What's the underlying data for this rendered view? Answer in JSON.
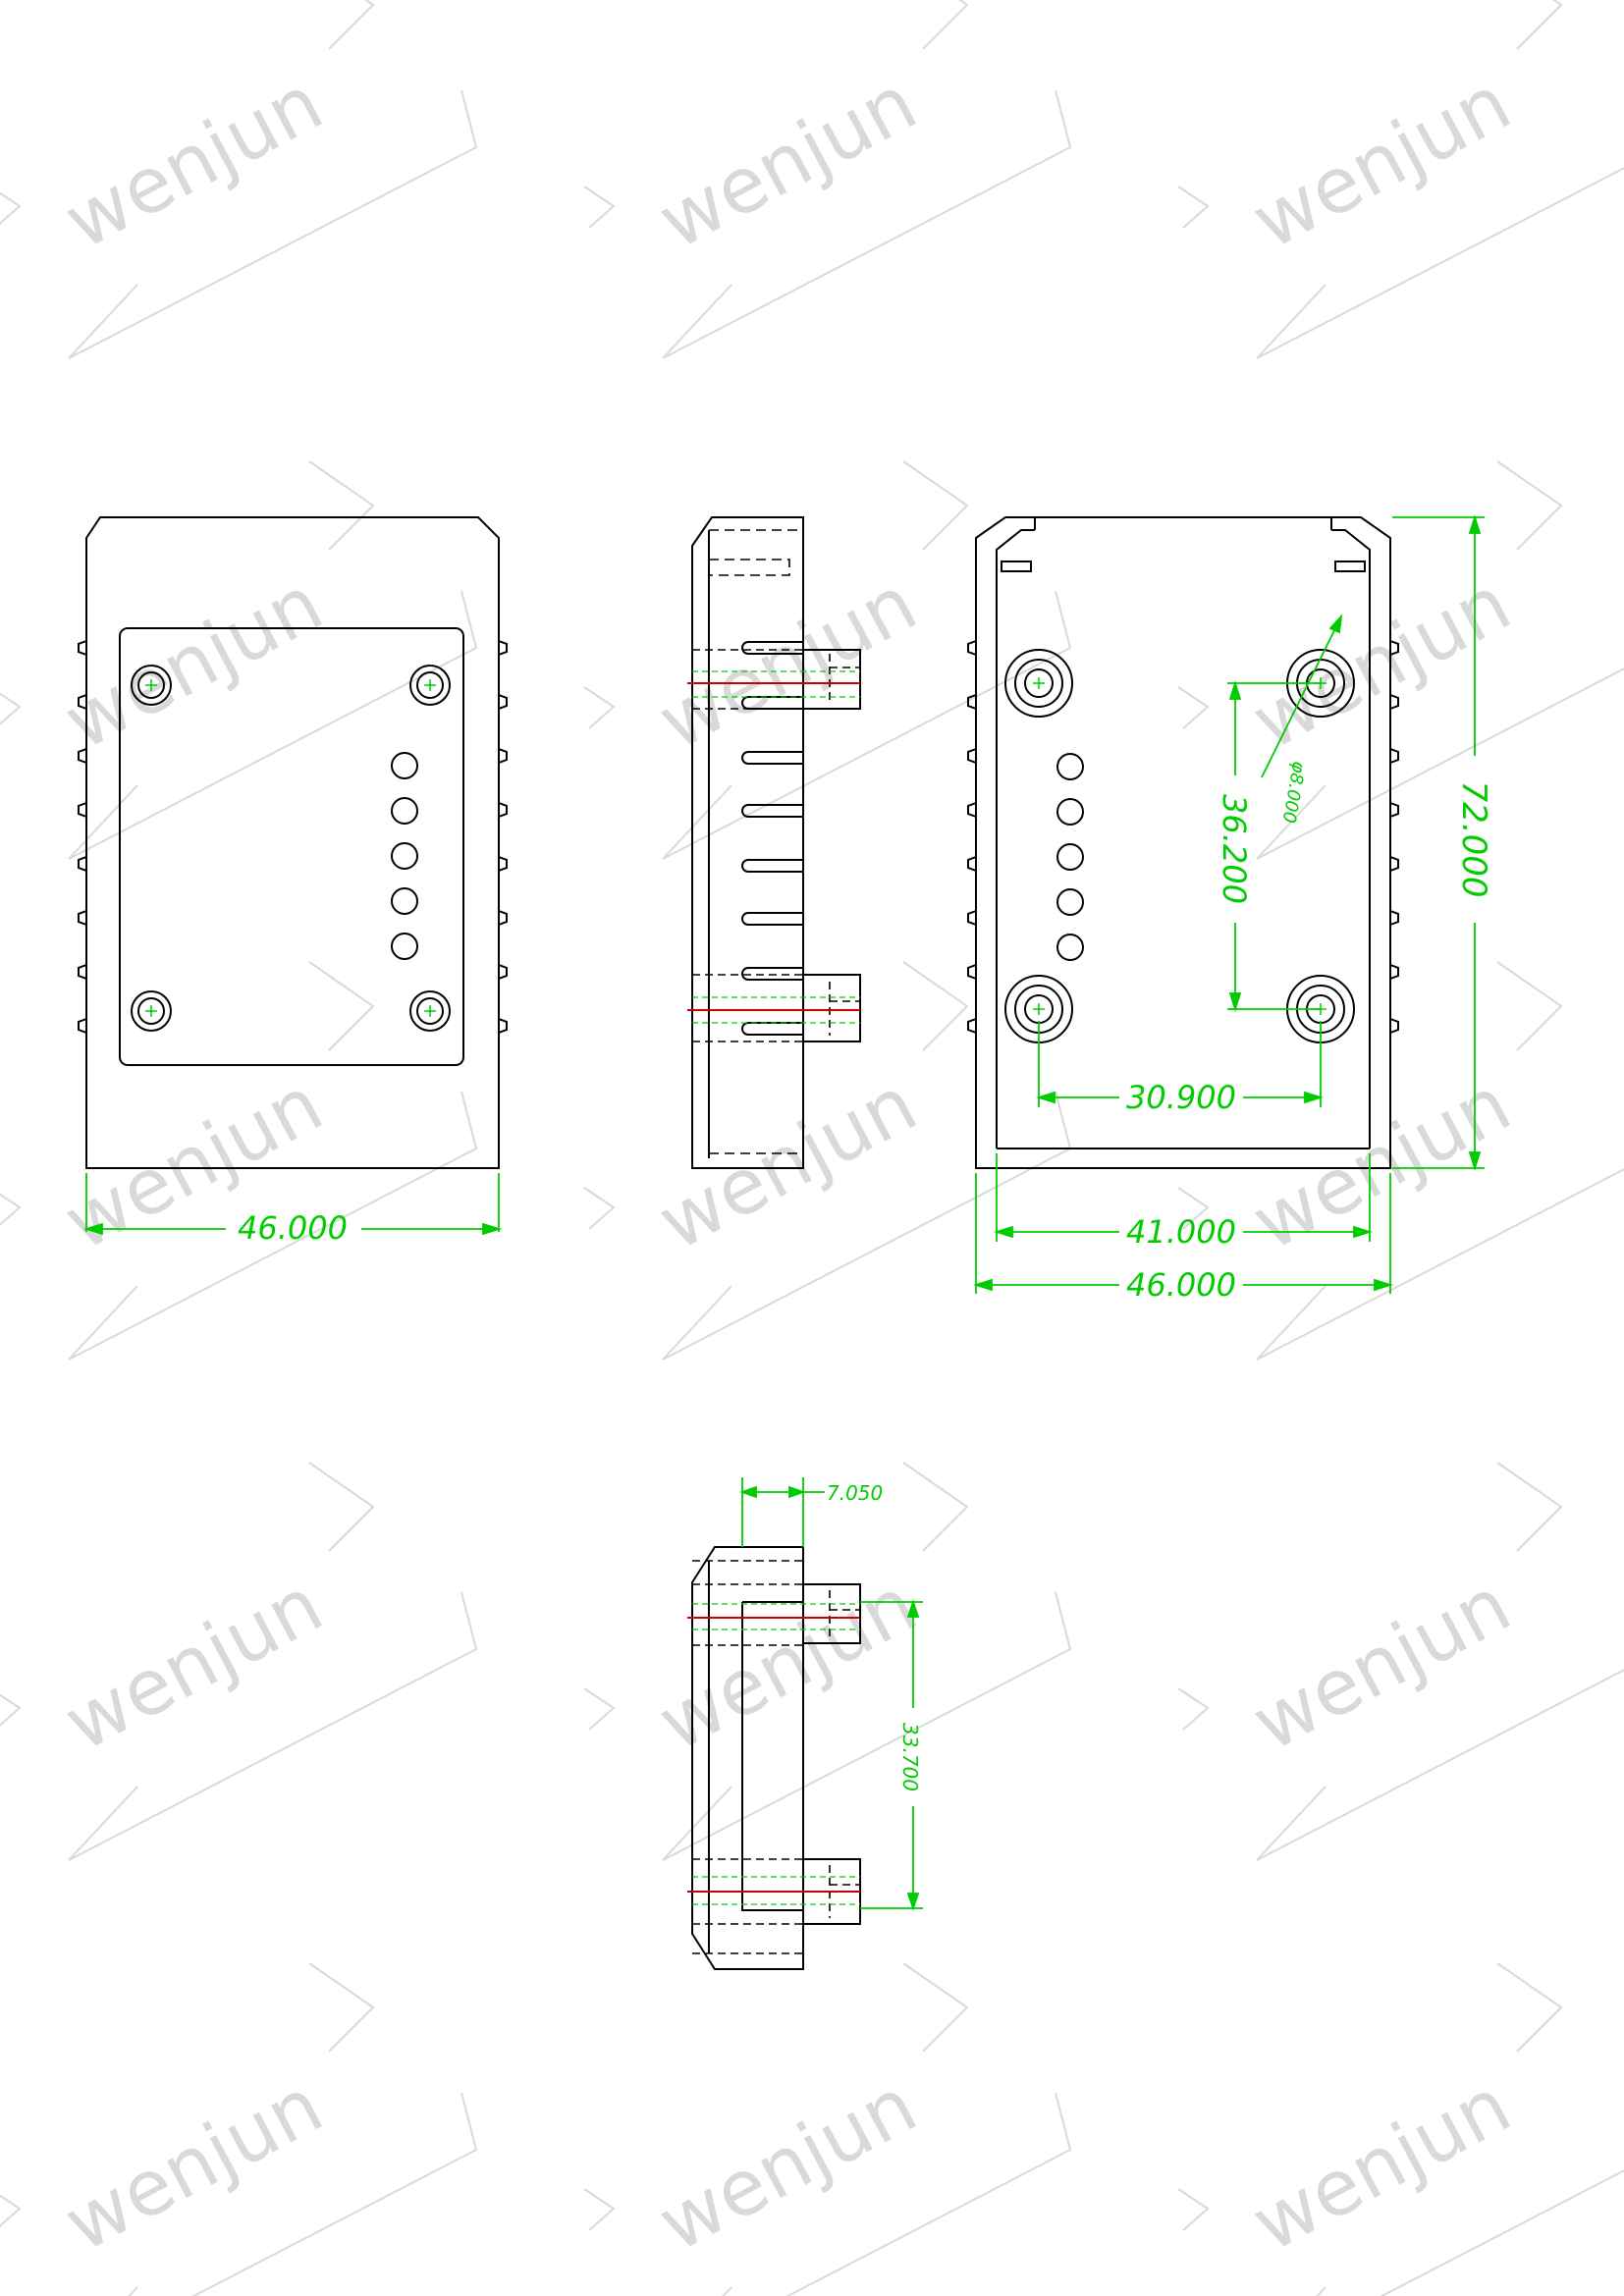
{
  "watermark": {
    "text": "wenjun",
    "color": "#d9d9d9"
  },
  "colors": {
    "outline": "#000000",
    "dimension": "#00cc00",
    "centerline": "#cc0000",
    "hidden": "#000000"
  },
  "views": {
    "front": {
      "width_dim": "46.000"
    },
    "side": {},
    "back": {
      "height_dim": "72.000",
      "hole_vertical_dim": "36.200",
      "hole_diameter_dim": "φ8.000",
      "hole_horizontal_dim": "30.900",
      "inner_width_dim": "41.000",
      "outer_width_dim": "46.000"
    },
    "section": {
      "depth_dim": "7.050",
      "pin_spacing_dim": "33.700"
    }
  }
}
